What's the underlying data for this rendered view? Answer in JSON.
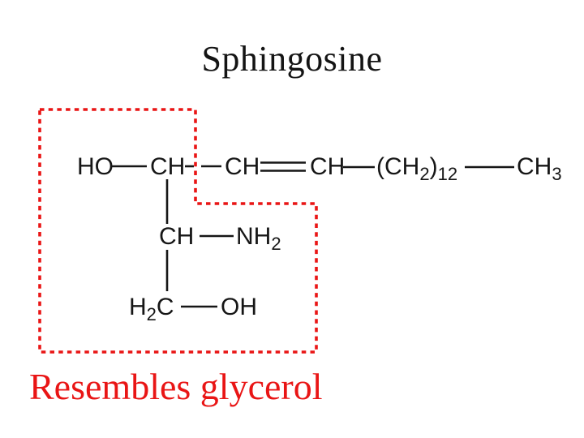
{
  "slide": {
    "title": "Sphingosine",
    "caption": "Resembles glycerol",
    "colors": {
      "highlight_red": "#e91515",
      "bond_black": "#161616",
      "background": "#ffffff"
    }
  },
  "molecule": {
    "backbone": {
      "ho": "HO",
      "ch_1": "CH",
      "ch_2": "CH",
      "ch_3": "CH",
      "chain_open": "(CH",
      "chain_sub": "2",
      "chain_close": ")",
      "chain_repeat_sub": "12",
      "methyl": "CH",
      "methyl_sub": "3"
    },
    "amine_row": {
      "ch": "CH",
      "nh": "NH",
      "nh_sub": "2"
    },
    "alcohol_row": {
      "h": "H",
      "h_sub": "2",
      "c": "C",
      "oh": "OH"
    }
  }
}
